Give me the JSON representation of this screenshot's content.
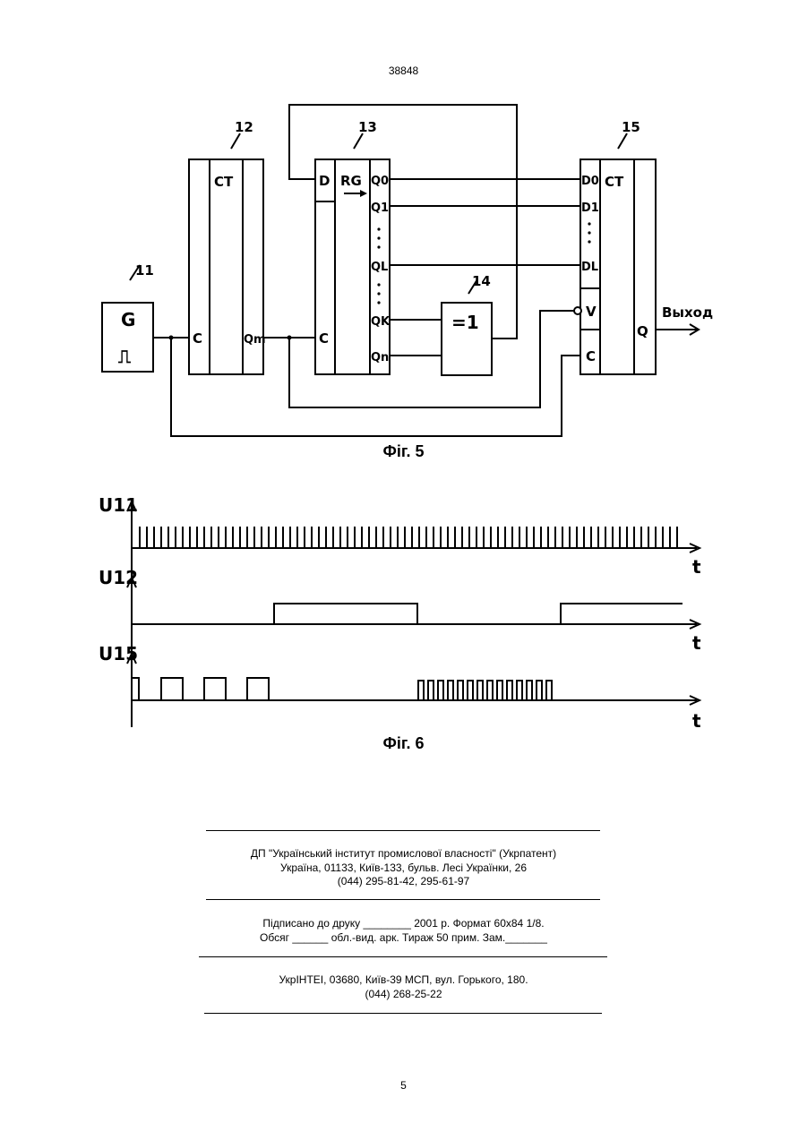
{
  "page": {
    "top_number": "38848",
    "bottom_number": "5"
  },
  "figure5": {
    "caption": "Фіг. 5",
    "block_numbers": [
      "11",
      "12",
      "13",
      "14",
      "15"
    ],
    "generator": {
      "label": "G",
      "pulse_symbol": "⎍"
    },
    "counter12": {
      "type": "CT",
      "input": "C",
      "output": "Qm"
    },
    "register13": {
      "type": "RG",
      "data_in": "D",
      "clock": "C",
      "outputs": [
        "Q0",
        "Q1",
        "QL",
        "QK",
        "Qn"
      ]
    },
    "xor14": {
      "label": "=1"
    },
    "counter15": {
      "type": "CT",
      "inputs": [
        "D0",
        "D1",
        "DL"
      ],
      "enable": "V",
      "clock": "C",
      "output": "Q"
    },
    "output_label": "Выход"
  },
  "figure6": {
    "caption": "Фіг. 6",
    "signals": [
      {
        "name": "U11",
        "axis": "t"
      },
      {
        "name": "U12",
        "axis": "t"
      },
      {
        "name": "U15",
        "axis": "t"
      }
    ]
  },
  "imprint": {
    "org_line1": "ДП \"Український інститут промислової власності\" (Укрпатент)",
    "org_line2": "Україна, 01133, Київ-133, бульв. Лесі Українки, 26",
    "org_line3": "(044) 295-81-42, 295-61-97",
    "print_line1": "Підписано до друку ________ 2001 р.    Формат 60x84 1/8.",
    "print_line2": "Обсяг ______ обл.-вид. арк.   Тираж 50 прим.    Зам._______",
    "press_line1": "УкрІНТЕІ, 03680, Київ-39 МСП, вул. Горького, 180.",
    "press_line2": "(044) 268-25-22"
  }
}
